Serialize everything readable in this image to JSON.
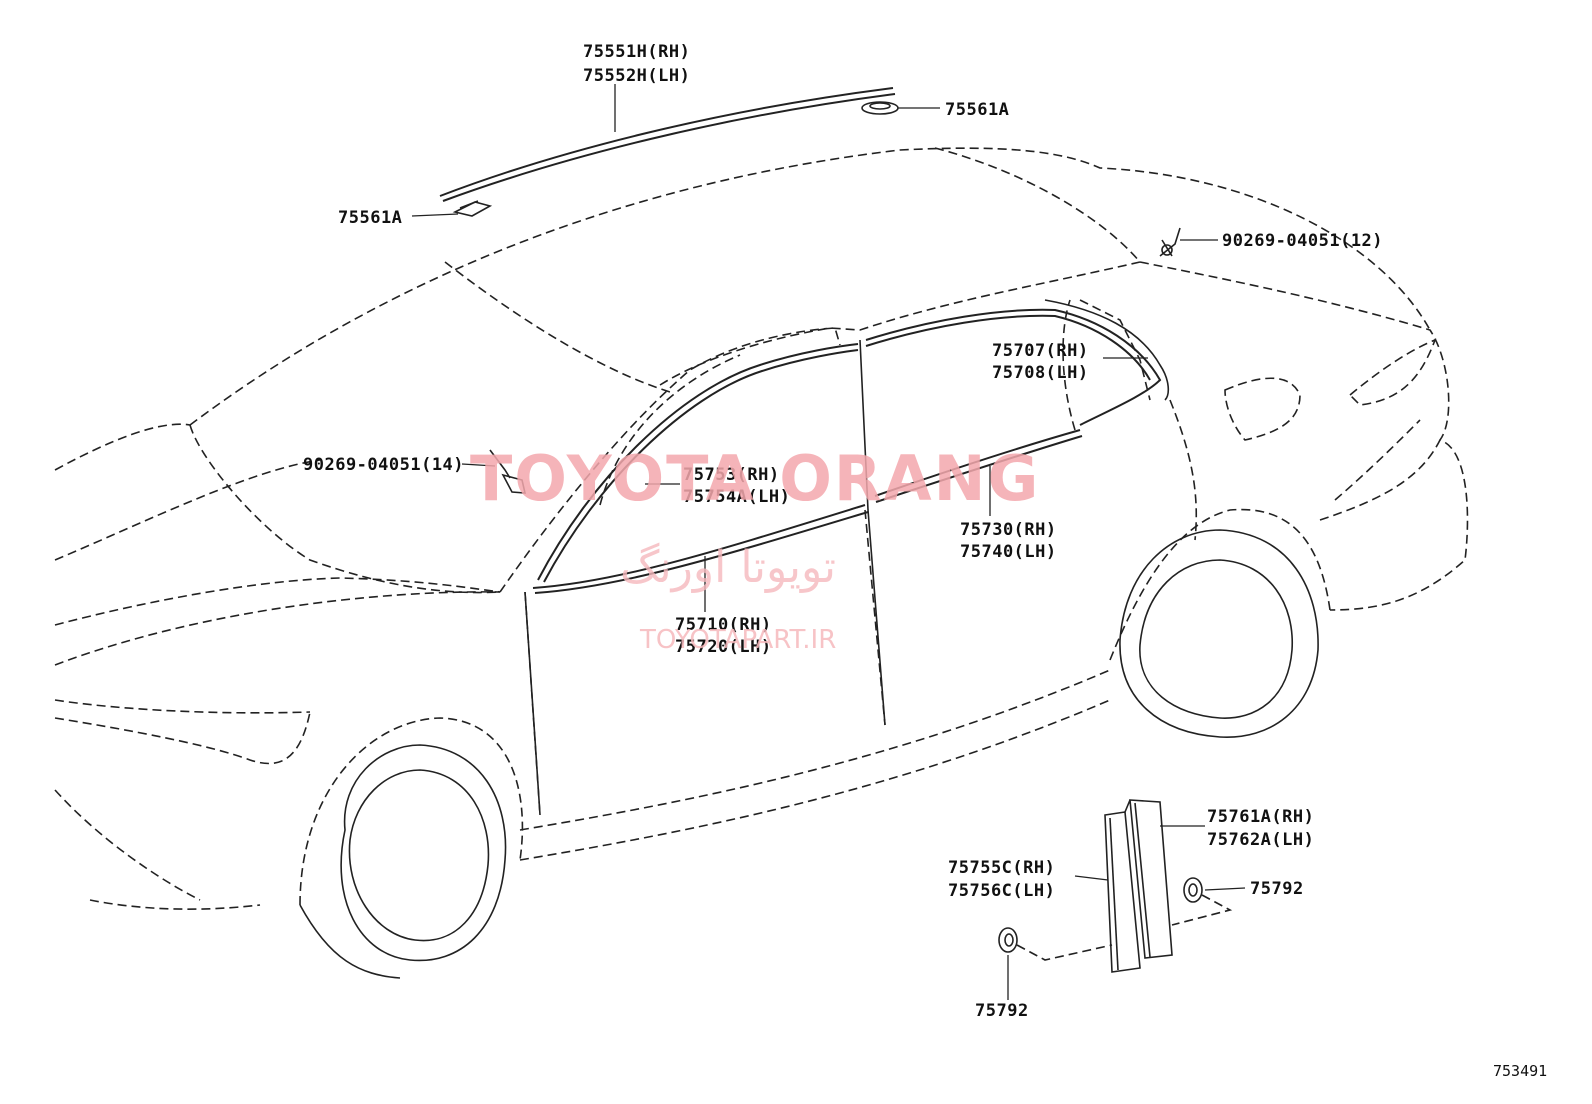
{
  "labels": {
    "roof_molding_rh": "75551H(RH)",
    "roof_molding_lh": "75552H(LH)",
    "roof_clip_rear": "75561A",
    "roof_clip_front": "75561A",
    "clip_rear": "90269-04051(12)",
    "clip_front": "90269-04051(14)",
    "rear_door_frame_rh": "75707(RH)",
    "rear_door_frame_lh": "75708(LH)",
    "front_door_frame_rh": "75753(RH)",
    "front_door_frame_lh": "75754A(LH)",
    "rear_belt_rh": "75730(RH)",
    "rear_belt_lh": "75740(LH)",
    "front_belt_rh": "75710(RH)",
    "front_belt_lh": "75720(LH)",
    "pillar_garnish_rh": "75761A(RH)",
    "pillar_garnish_lh": "75762A(LH)",
    "pillar_molding_rh": "75755C(RH)",
    "pillar_molding_lh": "75756C(LH)",
    "clip_pillar_right": "75792",
    "clip_pillar_bottom": "75792"
  },
  "watermark": {
    "brand": "TOYOTA ORANG",
    "persian": "تویوتا اورنگ",
    "url": "TOYOTAPART.IR"
  },
  "diagram_number": "753491",
  "colors": {
    "line": "#222222",
    "watermark": "#f4a8ad"
  }
}
